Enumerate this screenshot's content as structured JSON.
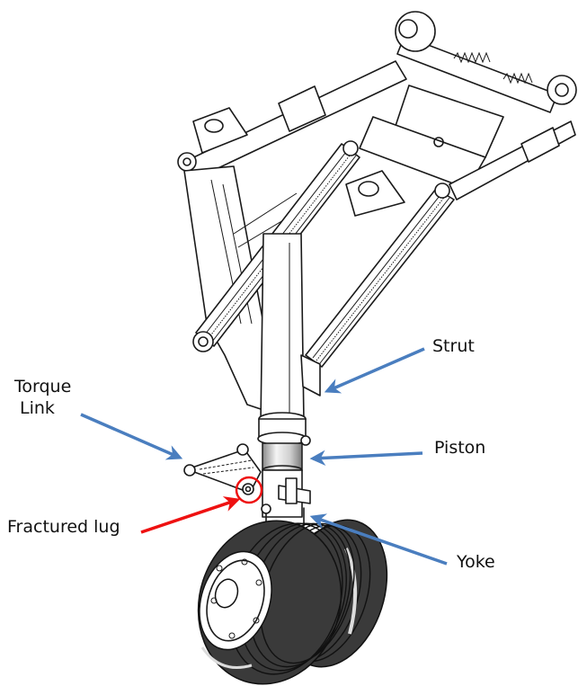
{
  "figure": {
    "subject": "Aircraft main landing gear assembly",
    "colors": {
      "callout_arrow": "#4a7ebf",
      "fracture_highlight": "#ee1111",
      "line_art": "#1a1a1a",
      "tire": "#3a3a3a",
      "background": "#ffffff"
    }
  },
  "labels": {
    "torque_link_line1": "Torque",
    "torque_link_line2": "Link",
    "fractured_lug": "Fractured lug",
    "strut": "Strut",
    "piston": "Piston",
    "yoke": "Yoke"
  },
  "callouts": [
    {
      "label": "Strut",
      "arrow_color": "blue",
      "target": "strut-lower-end"
    },
    {
      "label": "Piston",
      "arrow_color": "blue",
      "target": "piston-chrome-section"
    },
    {
      "label": "Yoke",
      "arrow_color": "blue",
      "target": "yoke-bracket"
    },
    {
      "label": "Torque Link",
      "arrow_color": "blue",
      "target": "torque-link-arm"
    },
    {
      "label": "Fractured lug",
      "arrow_color": "red",
      "target": "torque-link-lug",
      "highlighted_with_circle": true
    }
  ]
}
